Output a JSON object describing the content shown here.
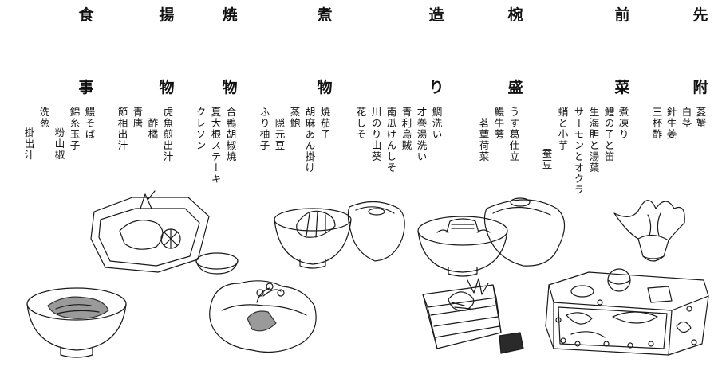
{
  "menu": {
    "categories": [
      {
        "top": "先",
        "bottom": "附"
      },
      {
        "top": "前",
        "bottom": "菜"
      },
      {
        "top": "椀",
        "bottom": "盛"
      },
      {
        "top": "造",
        "bottom": "り"
      },
      {
        "top": "煮",
        "bottom": "物"
      },
      {
        "top": "焼",
        "bottom": "物"
      },
      {
        "top": "揚",
        "bottom": "物"
      },
      {
        "top": "食",
        "bottom": "事"
      }
    ],
    "items": [
      "菱蟹",
      "白茎",
      "針生姜",
      "三杯酢",
      "煮凍り",
      "鱧の子と笛",
      "生海胆と湯葉",
      "サーモンとオクラ",
      "蛸と小芋",
      "蚕豆",
      "うす葛仕立",
      "鰻牛蒡",
      "茗蕈荷菜",
      "鯛洗い",
      "才巻湯洗い",
      "青利烏賊",
      "南瓜けんしそ",
      "川のり山葵",
      "花しそ",
      "焼茄子",
      "胡麻あん掛け",
      "蒸鮑",
      "隠元豆",
      "ふり柚子",
      "合鴨胡椒焼",
      "夏大根ステーキ",
      "クレソン",
      "虎魚煎出汁",
      "酢橘",
      "青唐",
      "節相出汁",
      "鰻そば",
      "錦糸玉子",
      "粉山椒",
      "洗葱",
      "掛出汁"
    ]
  }
}
